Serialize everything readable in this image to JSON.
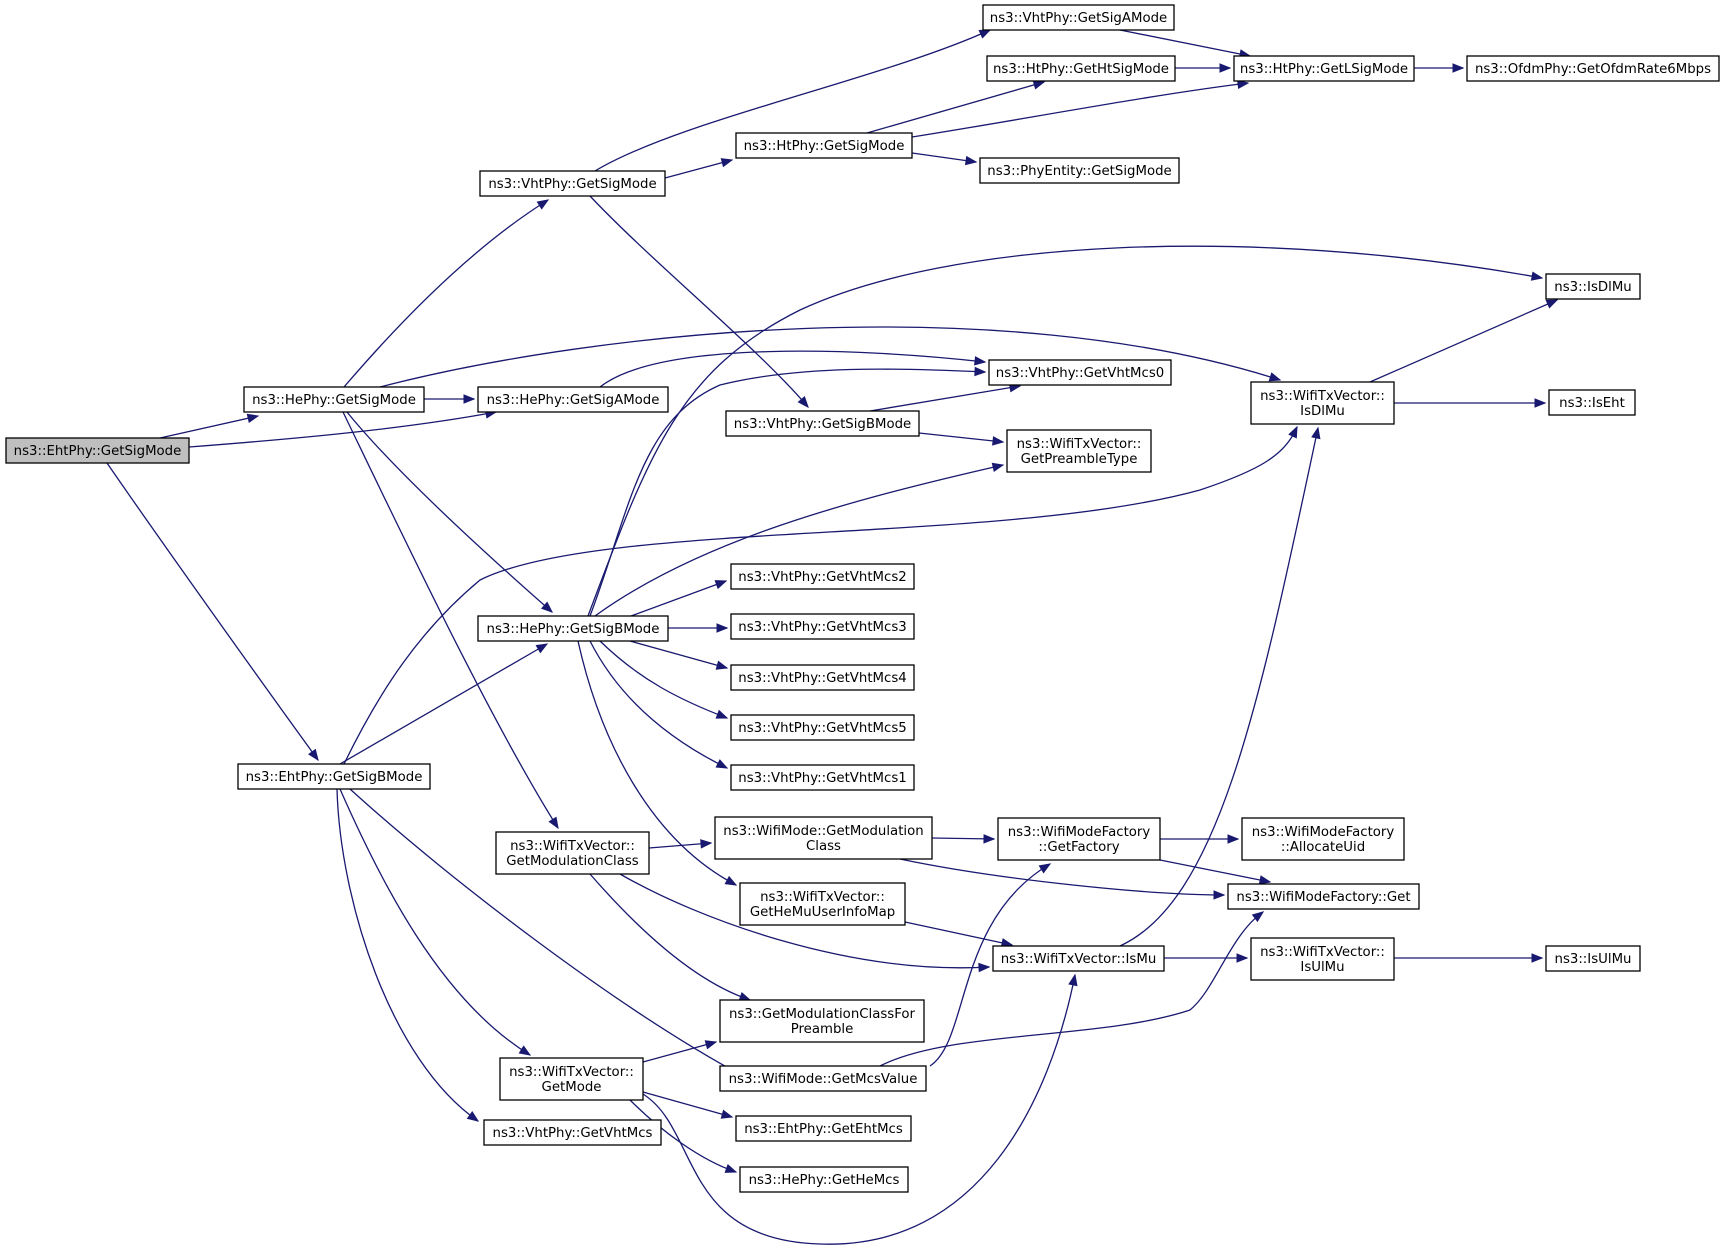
{
  "graph": {
    "nodes": [
      {
        "id": "eht_getsigmode",
        "lines": [
          "ns3::EhtPhy::GetSigMode"
        ],
        "highlight": true
      },
      {
        "id": "he_getsigmode",
        "lines": [
          "ns3::HePhy::GetSigMode"
        ]
      },
      {
        "id": "he_getsigamode",
        "lines": [
          "ns3::HePhy::GetSigAMode"
        ]
      },
      {
        "id": "he_getsigbmode",
        "lines": [
          "ns3::HePhy::GetSigBMode"
        ]
      },
      {
        "id": "eht_getsigbmode",
        "lines": [
          "ns3::EhtPhy::GetSigBMode"
        ]
      },
      {
        "id": "vht_getsigmode",
        "lines": [
          "ns3::VhtPhy::GetSigMode"
        ]
      },
      {
        "id": "vht_getsigamode",
        "lines": [
          "ns3::VhtPhy::GetSigAMode"
        ]
      },
      {
        "id": "ht_gethtsigmode",
        "lines": [
          "ns3::HtPhy::GetHtSigMode"
        ]
      },
      {
        "id": "ht_getsigmode",
        "lines": [
          "ns3::HtPhy::GetSigMode"
        ]
      },
      {
        "id": "ht_getlsigmode",
        "lines": [
          "ns3::HtPhy::GetLSigMode"
        ]
      },
      {
        "id": "ofdm_rate6",
        "lines": [
          "ns3::OfdmPhy::GetOfdmRate6Mbps"
        ]
      },
      {
        "id": "phyentity_getsigmode",
        "lines": [
          "ns3::PhyEntity::GetSigMode"
        ]
      },
      {
        "id": "isdlmu",
        "lines": [
          "ns3::IsDlMu"
        ]
      },
      {
        "id": "txv_isdlmu",
        "lines": [
          "ns3::WifiTxVector::",
          "IsDlMu"
        ]
      },
      {
        "id": "iseht",
        "lines": [
          "ns3::IsEht"
        ]
      },
      {
        "id": "vht_getvhtmcs0",
        "lines": [
          "ns3::VhtPhy::GetVhtMcs0"
        ]
      },
      {
        "id": "vht_getsigbmode",
        "lines": [
          "ns3::VhtPhy::GetSigBMode"
        ]
      },
      {
        "id": "txv_getpreambletype",
        "lines": [
          "ns3::WifiTxVector::",
          "GetPreambleType"
        ]
      },
      {
        "id": "vht_getvhtmcs2",
        "lines": [
          "ns3::VhtPhy::GetVhtMcs2"
        ]
      },
      {
        "id": "vht_getvhtmcs3",
        "lines": [
          "ns3::VhtPhy::GetVhtMcs3"
        ]
      },
      {
        "id": "vht_getvhtmcs4",
        "lines": [
          "ns3::VhtPhy::GetVhtMcs4"
        ]
      },
      {
        "id": "vht_getvhtmcs5",
        "lines": [
          "ns3::VhtPhy::GetVhtMcs5"
        ]
      },
      {
        "id": "vht_getvhtmcs1",
        "lines": [
          "ns3::VhtPhy::GetVhtMcs1"
        ]
      },
      {
        "id": "txv_getmodulationclass",
        "lines": [
          "ns3::WifiTxVector::",
          "GetModulationClass"
        ]
      },
      {
        "id": "wm_getmodulationclass",
        "lines": [
          "ns3::WifiMode::GetModulation",
          "Class"
        ]
      },
      {
        "id": "wmf_getfactory",
        "lines": [
          "ns3::WifiModeFactory",
          "::GetFactory"
        ]
      },
      {
        "id": "wmf_allocateuid",
        "lines": [
          "ns3::WifiModeFactory",
          "::AllocateUid"
        ]
      },
      {
        "id": "wmf_get",
        "lines": [
          "ns3::WifiModeFactory::Get"
        ]
      },
      {
        "id": "txv_gethemuuserinfomap",
        "lines": [
          "ns3::WifiTxVector::",
          "GetHeMuUserInfoMap"
        ]
      },
      {
        "id": "txv_ismu",
        "lines": [
          "ns3::WifiTxVector::IsMu"
        ]
      },
      {
        "id": "txv_isulmu",
        "lines": [
          "ns3::WifiTxVector::",
          "IsUlMu"
        ]
      },
      {
        "id": "isulmu",
        "lines": [
          "ns3::IsUlMu"
        ]
      },
      {
        "id": "getmodclassforpreamble",
        "lines": [
          "ns3::GetModulationClassFor",
          "Preamble"
        ]
      },
      {
        "id": "txv_getmode",
        "lines": [
          "ns3::WifiTxVector::",
          "GetMode"
        ]
      },
      {
        "id": "wm_getmcsvalue",
        "lines": [
          "ns3::WifiMode::GetMcsValue"
        ]
      },
      {
        "id": "vht_getvhtmcs",
        "lines": [
          "ns3::VhtPhy::GetVhtMcs"
        ]
      },
      {
        "id": "eht_getehtmcs",
        "lines": [
          "ns3::EhtPhy::GetEhtMcs"
        ]
      },
      {
        "id": "he_gethemcs",
        "lines": [
          "ns3::HePhy::GetHeMcs"
        ]
      }
    ],
    "edges": [
      [
        "eht_getsigmode",
        "he_getsigmode"
      ],
      [
        "eht_getsigmode",
        "he_getsigamode"
      ],
      [
        "eht_getsigmode",
        "eht_getsigbmode"
      ],
      [
        "he_getsigmode",
        "vht_getsigmode"
      ],
      [
        "he_getsigmode",
        "he_getsigamode"
      ],
      [
        "he_getsigmode",
        "txv_isdlmu"
      ],
      [
        "he_getsigmode",
        "he_getsigbmode"
      ],
      [
        "he_getsigmode",
        "txv_getmodulationclass"
      ],
      [
        "vht_getsigmode",
        "vht_getsigamode"
      ],
      [
        "vht_getsigmode",
        "ht_getsigmode"
      ],
      [
        "vht_getsigmode",
        "vht_getsigbmode"
      ],
      [
        "vht_getsigamode",
        "ht_getlsigmode"
      ],
      [
        "ht_gethtsigmode",
        "ht_getlsigmode"
      ],
      [
        "ht_getsigmode",
        "ht_gethtsigmode"
      ],
      [
        "ht_getsigmode",
        "ht_getlsigmode"
      ],
      [
        "ht_getsigmode",
        "phyentity_getsigmode"
      ],
      [
        "ht_getlsigmode",
        "ofdm_rate6"
      ],
      [
        "he_getsigamode",
        "vht_getvhtmcs0"
      ],
      [
        "vht_getsigbmode",
        "vht_getvhtmcs0"
      ],
      [
        "vht_getsigbmode",
        "txv_getpreambletype"
      ],
      [
        "txv_isdlmu",
        "isdlmu"
      ],
      [
        "txv_isdlmu",
        "iseht"
      ],
      [
        "he_getsigbmode",
        "isdlmu"
      ],
      [
        "he_getsigbmode",
        "vht_getvhtmcs0"
      ],
      [
        "he_getsigbmode",
        "txv_getpreambletype"
      ],
      [
        "he_getsigbmode",
        "vht_getvhtmcs2"
      ],
      [
        "he_getsigbmode",
        "vht_getvhtmcs3"
      ],
      [
        "he_getsigbmode",
        "vht_getvhtmcs4"
      ],
      [
        "he_getsigbmode",
        "vht_getvhtmcs5"
      ],
      [
        "he_getsigbmode",
        "vht_getvhtmcs1"
      ],
      [
        "he_getsigbmode",
        "txv_gethemuuserinfomap"
      ],
      [
        "eht_getsigbmode",
        "he_getsigbmode"
      ],
      [
        "eht_getsigbmode",
        "txv_isdlmu"
      ],
      [
        "eht_getsigbmode",
        "txv_getmode"
      ],
      [
        "eht_getsigbmode",
        "vht_getvhtmcs"
      ],
      [
        "eht_getsigbmode",
        "wm_getmcsvalue"
      ],
      [
        "txv_getmodulationclass",
        "wm_getmodulationclass"
      ],
      [
        "txv_getmodulationclass",
        "txv_ismu"
      ],
      [
        "txv_getmodulationclass",
        "getmodclassforpreamble"
      ],
      [
        "wm_getmodulationclass",
        "wmf_getfactory"
      ],
      [
        "wm_getmodulationclass",
        "wmf_get"
      ],
      [
        "wmf_getfactory",
        "wmf_allocateuid"
      ],
      [
        "wmf_getfactory",
        "wmf_get"
      ],
      [
        "txv_gethemuuserinfomap",
        "txv_ismu"
      ],
      [
        "txv_ismu",
        "txv_isdlmu"
      ],
      [
        "txv_ismu",
        "txv_isulmu"
      ],
      [
        "txv_isulmu",
        "isulmu"
      ],
      [
        "txv_getmode",
        "getmodclassforpreamble"
      ],
      [
        "txv_getmode",
        "eht_getehtmcs"
      ],
      [
        "txv_getmode",
        "he_gethemcs"
      ],
      [
        "txv_getmode",
        "txv_ismu"
      ],
      [
        "wm_getmcsvalue",
        "wmf_getfactory"
      ],
      [
        "wm_getmcsvalue",
        "wmf_get"
      ]
    ]
  }
}
